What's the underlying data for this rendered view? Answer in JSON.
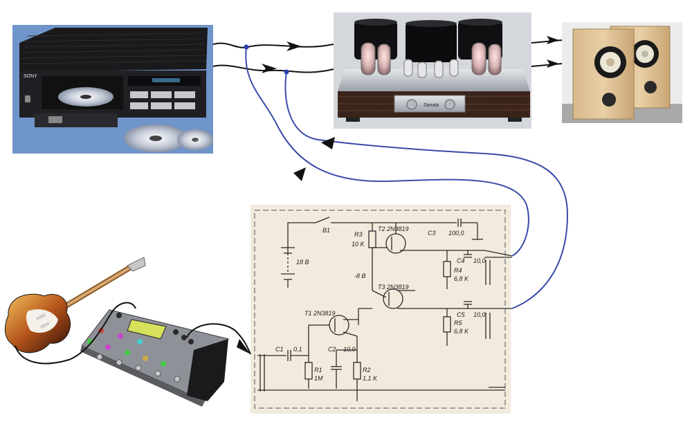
{
  "devices": {
    "cd_player": {
      "brand": "SONY"
    },
    "amplifier": {
      "badge": "Sanata"
    }
  },
  "schematic": {
    "switch": "B1",
    "battery": "18 B",
    "bias": "-8 B",
    "t1": "T1  2N3819",
    "t2": "T2  2N3819",
    "t3": "T3  2N3819",
    "r1": "R1",
    "r1_val": "1M",
    "r2": "R2",
    "r2_val": "1,1 K",
    "r3": "R3",
    "r3_val": "10 K",
    "r4": "R4",
    "r4_val": "6,8 K",
    "r5": "R5",
    "r5_val": "6,8 K",
    "c1": "C1",
    "c1_val": "0,1",
    "c2": "C2",
    "c2_val": "10,0",
    "c3": "C3",
    "c3_val": "100,0",
    "c4": "C4",
    "c4_val": "10,0",
    "c5": "C5",
    "c5_val": "10,0"
  },
  "colors": {
    "wire_black": "#111111",
    "wire_blue": "#3a4aa8",
    "paper": "#f2eadc",
    "ink": "#2a2a2a"
  }
}
